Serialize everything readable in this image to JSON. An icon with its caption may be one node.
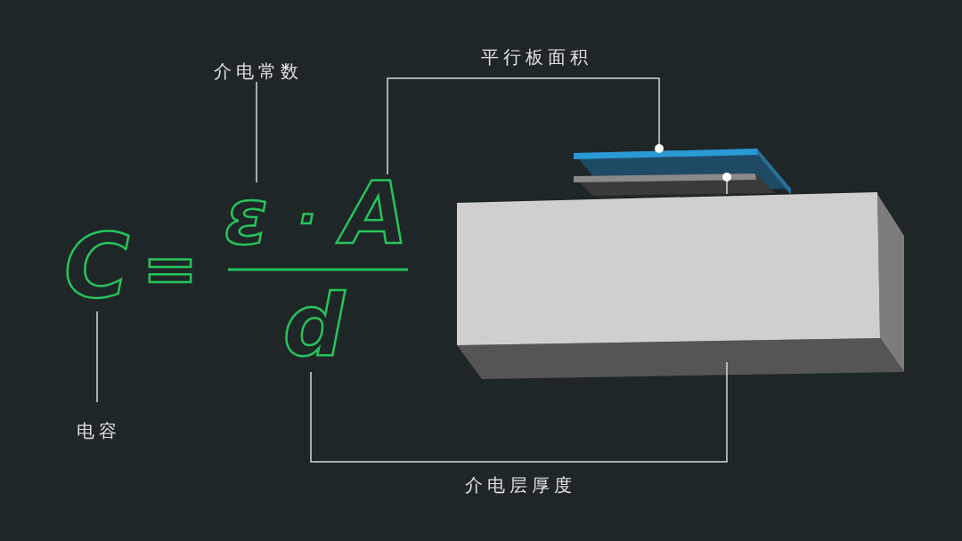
{
  "diagram": {
    "nodes": [
      {
        "text": [
          "介电常数"
        ]
      },
      {
        "text": [
          "平行板面积"
        ]
      },
      {
        "text": [
          "电容"
        ]
      },
      {
        "text": [
          "介电层厚度"
        ]
      },
      {
        "text": [
          "C"
        ]
      },
      {
        "text": [
          "ε"
        ]
      },
      {
        "text": [
          "A"
        ]
      },
      {
        "text": [
          "d"
        ]
      },
      {
        "text": [],
        "shape": "box"
      },
      {
        "text": [],
        "shape": "box",
        "in": 8
      },
      {
        "text": [],
        "shape": "box"
      }
    ],
    "edges": [
      {
        "from": 0,
        "to": 5,
        "arrow": "none"
      },
      {
        "from": 1,
        "to": 6,
        "arrow": "none"
      },
      {
        "from": 1,
        "to": 8,
        "arrow": "other"
      },
      {
        "from": 2,
        "to": 4,
        "arrow": "none"
      },
      {
        "from": 3,
        "to": 7,
        "arrow": "none"
      },
      {
        "from": 3,
        "to": 10,
        "arrow": "none"
      },
      {
        "from": 9,
        "to": 10,
        "arrow": "other"
      }
    ],
    "labels": [
      "=",
      "·"
    ]
  }
}
